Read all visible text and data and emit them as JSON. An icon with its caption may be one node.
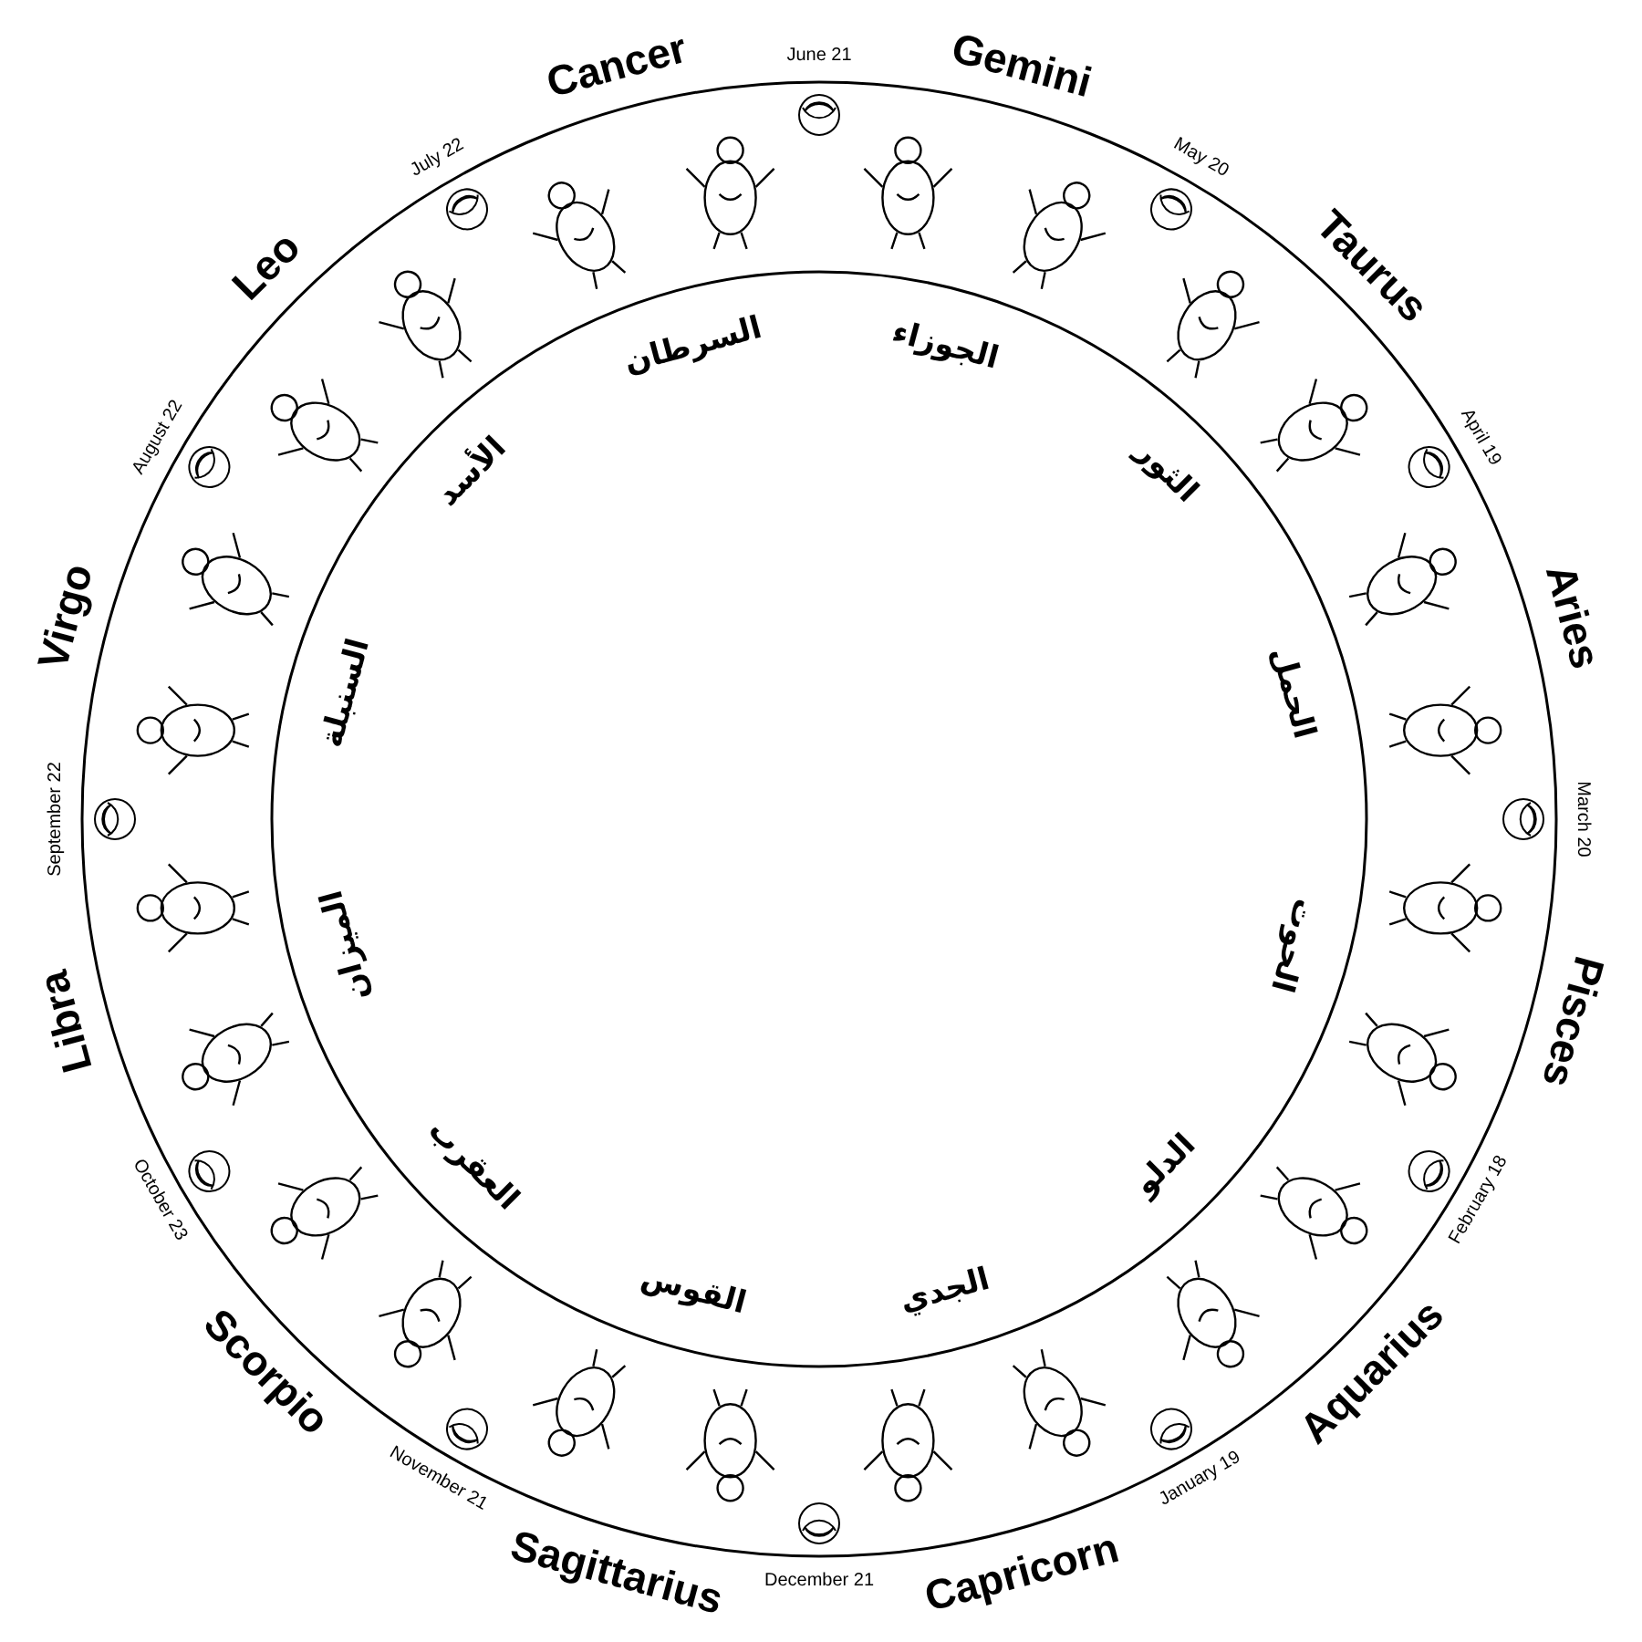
{
  "diagram": {
    "labels": [
      "Cancer",
      "June 21",
      "Gemini",
      "May 20",
      "Taurus",
      "April 19",
      "Aries",
      "March 20",
      "Pisces",
      "February 18",
      "Aquarius",
      "January 19",
      "Capricorn",
      "December 21",
      "Sagittarius",
      "November 21",
      "Scorpio",
      "October 23",
      "Libra",
      "September 22",
      "Virgo",
      "August 22",
      "Leo",
      "July 22",
      "السرطان",
      "الجوزاء",
      "الثور",
      "الحمل",
      "الحوت",
      "الدلو",
      "الجدي",
      "القوس",
      "العقرب",
      "الميزان",
      "السنبلة",
      "الأسد"
    ]
  }
}
